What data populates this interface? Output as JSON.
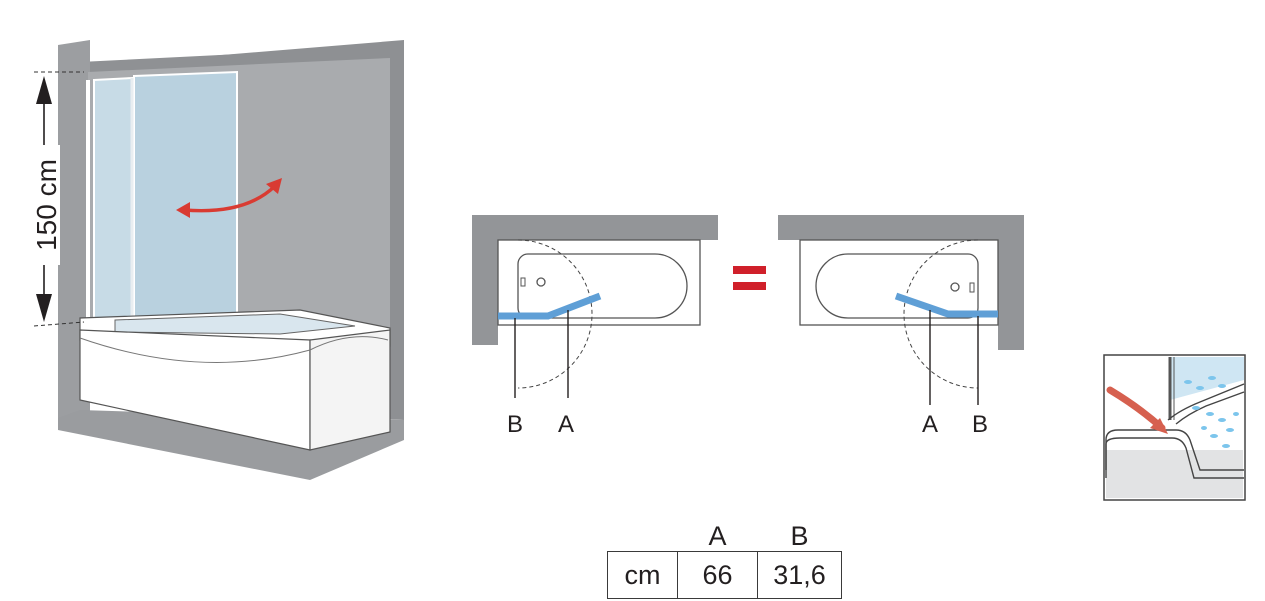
{
  "height_label": "150 cm",
  "equals_sign": "=",
  "left_plan": {
    "label_b": "B",
    "label_a": "A"
  },
  "right_plan": {
    "label_a": "A",
    "label_b": "B"
  },
  "table": {
    "columns": [
      "",
      "A",
      "B"
    ],
    "row": [
      "cm",
      "66",
      "31,6"
    ]
  },
  "colors": {
    "wall": "#9d9fa2",
    "glass": "#b9d6e6",
    "panel_plan": "#5f9fd6",
    "arrow": "#d93b32",
    "equals": "#d0202a"
  }
}
